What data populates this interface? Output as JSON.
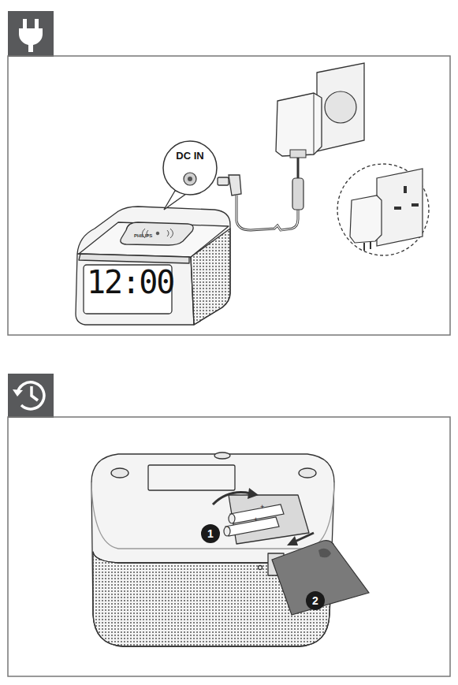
{
  "diagram": {
    "nodes": [
      {
        "text": [
          "DC IN"
        ]
      }
    ],
    "labels": [
      "PHILIPS",
      "12:00",
      "-",
      "+",
      "+",
      "1",
      "2"
    ]
  }
}
